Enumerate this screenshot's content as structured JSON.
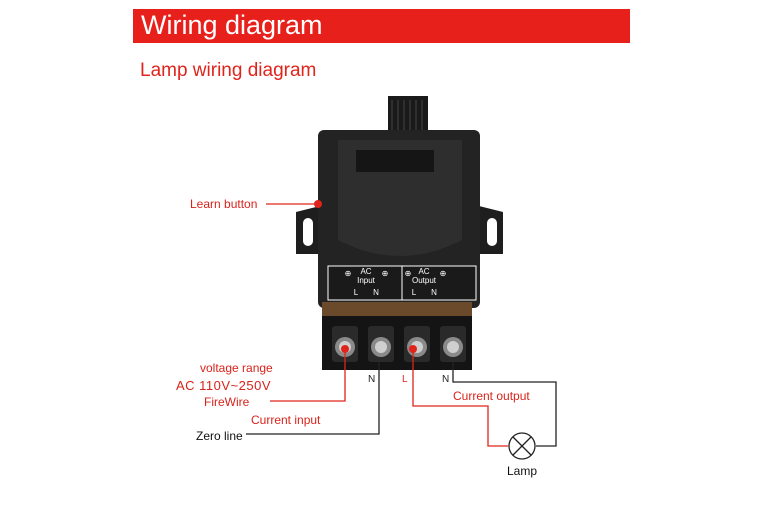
{
  "header": {
    "title": "Wiring diagram"
  },
  "subtitle": "Lamp wiring diagram",
  "labels": {
    "learn_button": "Learn button",
    "voltage_range": "voltage range",
    "voltage_value": "AC 110V~250V",
    "fire_wire": "FireWire",
    "current_input": "Current input",
    "zero_line": "Zero line",
    "current_output": "Current output",
    "lamp": "Lamp"
  },
  "module": {
    "panel": {
      "input_title": "AC\nInput",
      "output_title": "AC\nOutput",
      "ground_symbol": "⊕",
      "letters": [
        "L",
        "N",
        "L",
        "N"
      ]
    },
    "terminals": [
      "N",
      "L",
      "N"
    ]
  },
  "colors": {
    "accent": "#e8201c",
    "wire_red": "#e0241b",
    "wire_black": "#222222"
  }
}
